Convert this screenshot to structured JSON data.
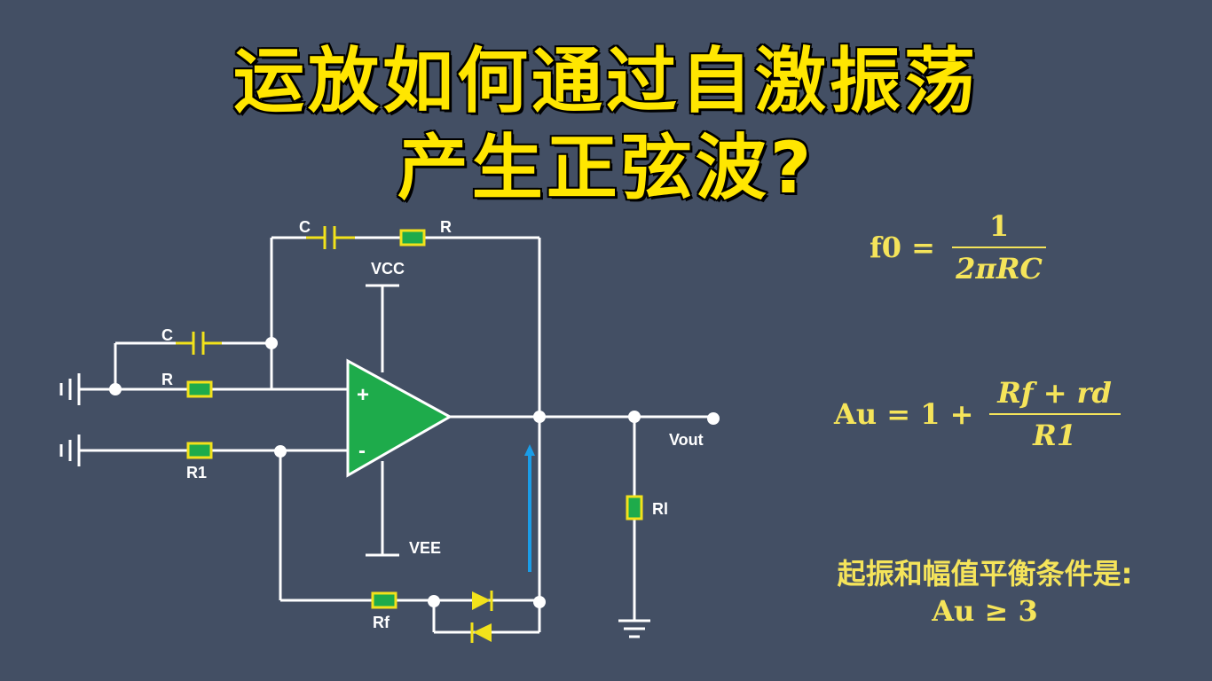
{
  "title": {
    "line1": "运放如何通过自激振荡",
    "line2": "产生正弦波?"
  },
  "labels": {
    "c_top": "C",
    "r_top": "R",
    "vcc": "VCC",
    "c_left": "C",
    "r_left": "R",
    "r1": "R1",
    "plus": "+",
    "minus": "-",
    "vee": "VEE",
    "rf": "Rf",
    "vout": "Vout",
    "rl": "Rl"
  },
  "formulas": {
    "f0": {
      "lhs": "f0 =",
      "num": "1",
      "den": "2πRC"
    },
    "au": {
      "lhs": "Au = 1 +",
      "num": "Rf + rd",
      "den": "R1"
    },
    "condition_text": "起振和幅值平衡条件是:",
    "condition_expr": "Au ≥ 3"
  },
  "colors": {
    "background": "#434f64",
    "title": "#ffe600",
    "wire": "#ffffff",
    "opamp": "#1eab4b",
    "resistor_fill": "#1eab4b",
    "resistor_border": "#f2e21b",
    "component_yellow": "#f2e21b",
    "arrow": "#1a9de8",
    "formula": "#f5e45a"
  }
}
